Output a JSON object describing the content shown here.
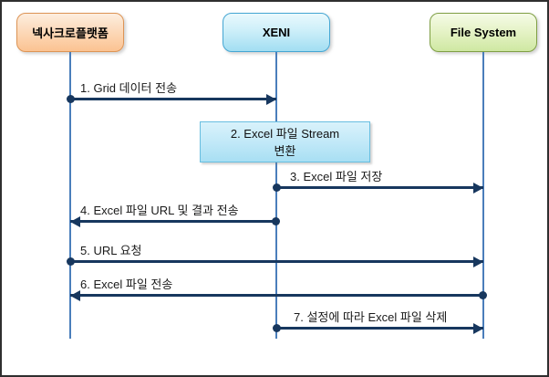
{
  "actors": [
    {
      "id": "nexacro-platform",
      "label": "넥사크로플랫폼"
    },
    {
      "id": "xeni",
      "label": "XENI"
    },
    {
      "id": "file-system",
      "label": "File System"
    }
  ],
  "process_box": {
    "lines": [
      "2. Excel 파일 Stream",
      "변환"
    ],
    "actor": "xeni"
  },
  "messages": [
    {
      "num": 1,
      "label": "1. Grid 데이터 전송",
      "from": "nexacro-platform",
      "to": "xeni"
    },
    {
      "num": 3,
      "label": "3. Excel 파일 저장",
      "from": "xeni",
      "to": "file-system"
    },
    {
      "num": 4,
      "label": "4. Excel 파일 URL 및 결과 전송",
      "from": "xeni",
      "to": "nexacro-platform"
    },
    {
      "num": 5,
      "label": "5. URL 요청",
      "from": "nexacro-platform",
      "to": "file-system"
    },
    {
      "num": 6,
      "label": "6. Excel 파일 전송",
      "from": "file-system",
      "to": "nexacro-platform"
    },
    {
      "num": 7,
      "label": "7. 설정에 따라 Excel 파일 삭제",
      "from": "xeni",
      "to": "file-system"
    }
  ],
  "colors": {
    "arrow": "#17375E",
    "lifeline": "#4A7EBB",
    "actor_nexacro_fill_top": "#FDEEDF",
    "actor_nexacro_fill_bottom": "#FBC392",
    "actor_nexacro_border": "#DD9455",
    "actor_xeni_fill_top": "#EAF9FD",
    "actor_xeni_fill_bottom": "#A2DEF2",
    "actor_xeni_border": "#45A6D3",
    "actor_filesystem_fill_top": "#F5FBE7",
    "actor_filesystem_fill_bottom": "#CFE8A2",
    "actor_filesystem_border": "#7F9F44",
    "process_box_fill_top": "#D9F2FB",
    "process_box_fill_bottom": "#A8DFF3",
    "process_box_border": "#68BEE0",
    "canvas_border": "#2F2F2F"
  }
}
